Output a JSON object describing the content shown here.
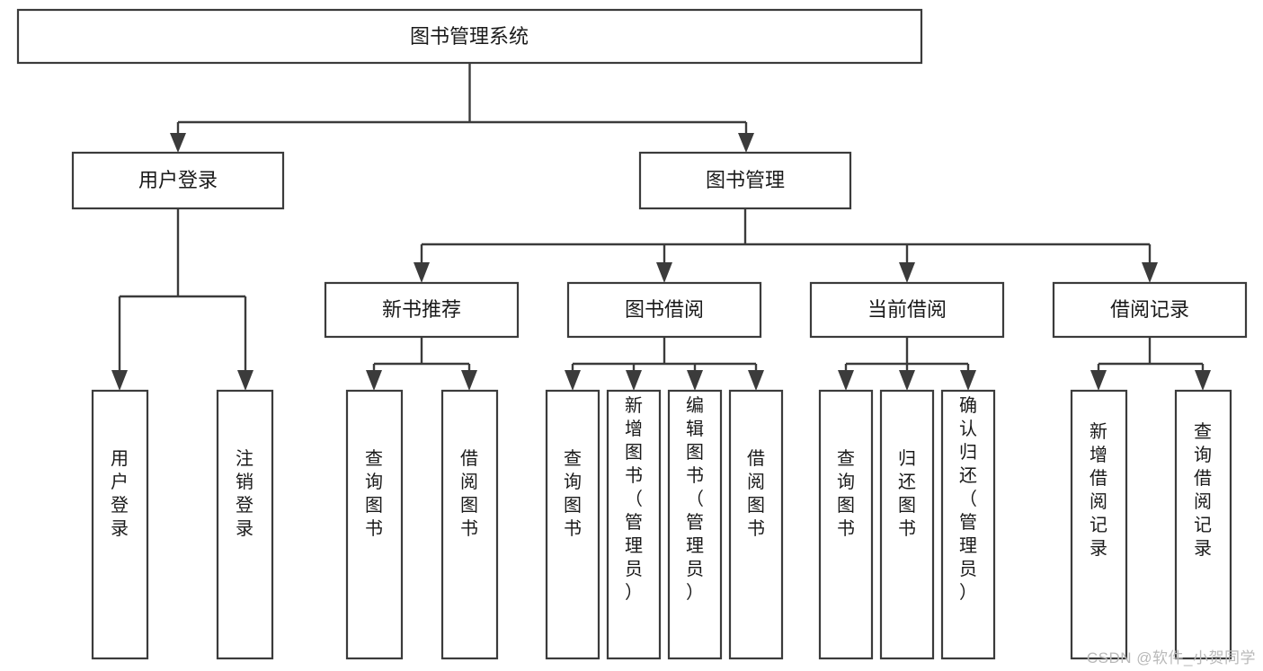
{
  "diagram": {
    "type": "tree",
    "title": "图书管理系统",
    "watermark": "CSDN @软件_小贺同学",
    "colors": {
      "stroke": "#3b3b3b",
      "fill": "#ffffff",
      "text": "#1a1a1a",
      "watermark": "#b9b9b9"
    },
    "levels": {
      "level1": [
        {
          "id": "root",
          "label": "图书管理系统"
        }
      ],
      "level2": [
        {
          "id": "user-login",
          "label": "用户登录"
        },
        {
          "id": "book-mgmt",
          "label": "图书管理"
        }
      ],
      "level3": [
        {
          "id": "new-book-rec",
          "label": "新书推荐",
          "parent": "book-mgmt"
        },
        {
          "id": "book-borrow",
          "label": "图书借阅",
          "parent": "book-mgmt"
        },
        {
          "id": "current-borrow",
          "label": "当前借阅",
          "parent": "book-mgmt"
        },
        {
          "id": "borrow-record",
          "label": "借阅记录",
          "parent": "book-mgmt"
        }
      ],
      "level4": [
        {
          "id": "leaf-user-login",
          "label": "用户登录",
          "parent": "user-login"
        },
        {
          "id": "leaf-user-logout",
          "label": "注销登录",
          "parent": "user-login"
        },
        {
          "id": "leaf-query-book-1",
          "label": "查询图书",
          "parent": "new-book-rec"
        },
        {
          "id": "leaf-borrow-book-1",
          "label": "借阅图书",
          "parent": "new-book-rec"
        },
        {
          "id": "leaf-query-book-2",
          "label": "查询图书",
          "parent": "book-borrow"
        },
        {
          "id": "leaf-add-book",
          "label": "新增图书（管理员）",
          "parent": "book-borrow"
        },
        {
          "id": "leaf-edit-book",
          "label": "编辑图书（管理员）",
          "parent": "book-borrow"
        },
        {
          "id": "leaf-borrow-book-2",
          "label": "借阅图书",
          "parent": "book-borrow"
        },
        {
          "id": "leaf-query-book-3",
          "label": "查询图书",
          "parent": "current-borrow"
        },
        {
          "id": "leaf-return-book",
          "label": "归还图书",
          "parent": "current-borrow"
        },
        {
          "id": "leaf-confirm-return",
          "label": "确认归还（管理员）",
          "parent": "current-borrow"
        },
        {
          "id": "leaf-add-record",
          "label": "新增借阅记录",
          "parent": "borrow-record"
        },
        {
          "id": "leaf-query-record",
          "label": "查询借阅记录",
          "parent": "borrow-record"
        }
      ]
    }
  }
}
